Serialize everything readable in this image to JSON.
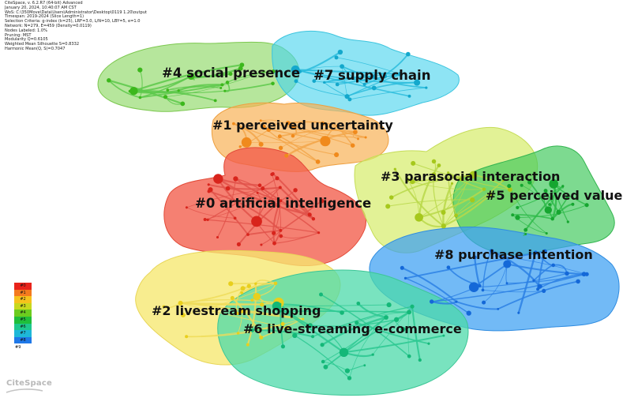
{
  "metadata_lines": [
    "CiteSpace, v. 6.2.R7 (64-bit) Advanced",
    "January 20, 2024, 10:40:07 AM CST",
    "WoS: C:\\350Move\\Data\\Users\\Administrator\\Desktop\\0119  1.20\\output",
    "Timespan: 2019-2024 (Slice Length=1)",
    "Selection Criteria: g-index (k=25), LRF=3.0, L/N=10, LBY=5, e=1.0",
    "Network: N=279, E=459 (Density=0.0119)",
    "Nodes Labeled: 1.0%",
    "Pruning: MST",
    "Modularity Q=0.6105",
    "Weighted Mean Silhouette S=0.8332",
    "Harmonic Mean(Q, S)=0.7047"
  ],
  "clusters": [
    {
      "id": "#0",
      "label": "#0 artificial intelligence",
      "color": "#ef3b2c"
    },
    {
      "id": "#1",
      "label": "#1 perceived uncertainty",
      "color": "#f7a23a"
    },
    {
      "id": "#2",
      "label": "#2 livestream shopping",
      "color": "#f3e25a"
    },
    {
      "id": "#3",
      "label": "#3 parasocial interaction",
      "color": "#c8e65a"
    },
    {
      "id": "#4",
      "label": "#4 social presence",
      "color": "#7fd34a"
    },
    {
      "id": "#5",
      "label": "#5 perceived value",
      "color": "#2fc24a"
    },
    {
      "id": "#6",
      "label": "#6 live-streaming e-commerce",
      "color": "#3fd39a"
    },
    {
      "id": "#7",
      "label": "#7 supply chain",
      "color": "#2cc8e4"
    },
    {
      "id": "#8",
      "label": "#8 purchase intention",
      "color": "#2f8ff0"
    }
  ],
  "legend": {
    "items": [
      {
        "label": "#0",
        "color": "#e8231b"
      },
      {
        "label": "#1",
        "color": "#f47a1e"
      },
      {
        "label": "#2",
        "color": "#f6c21c"
      },
      {
        "label": "#3",
        "color": "#c8d81e"
      },
      {
        "label": "#4",
        "color": "#6ccc1e"
      },
      {
        "label": "#5",
        "color": "#1fbe3a"
      },
      {
        "label": "#6",
        "color": "#1ec88c"
      },
      {
        "label": "#7",
        "color": "#1eb8d8"
      },
      {
        "label": "#8",
        "color": "#1f78e8"
      }
    ],
    "end_label": "#9"
  },
  "logo_text": "CiteSpace"
}
